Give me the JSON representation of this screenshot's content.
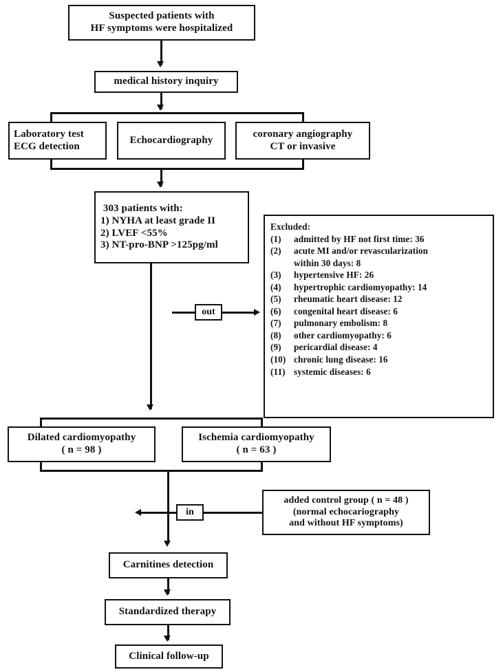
{
  "diagram": {
    "title": "Study enrollment flowchart",
    "nodes": {
      "suspected": {
        "lines": [
          "Suspected patients with",
          "HF symptoms were hospitalized"
        ]
      },
      "history": {
        "lines": [
          "medical history inquiry"
        ]
      },
      "lab": {
        "lines": [
          "Laboratory test",
          "ECG detection"
        ]
      },
      "echo": {
        "lines": [
          "Echocardiography"
        ]
      },
      "angio": {
        "lines": [
          "coronary angiography",
          "CT or invasive"
        ]
      },
      "patients303": {
        "lines": [
          " 303 patients with:",
          "1) NYHA at least grade II",
          "2) LVEF <55%",
          "3) NT-pro-BNP >125pg/ml"
        ]
      },
      "excluded": {
        "title": "Excluded:",
        "items": [
          {
            "num": "(1)",
            "text": "admitted by HF not first time: 36"
          },
          {
            "num": "(2)",
            "text": "acute MI and/or revascularization",
            "cont": "within 30 days:  8"
          },
          {
            "num": "(3)",
            "text": "hypertensive HF: 26"
          },
          {
            "num": "(4)",
            "text": "hypertrophic cardiomyopathy: 14"
          },
          {
            "num": "(5)",
            "text": "rheumatic heart disease: 12"
          },
          {
            "num": "(6)",
            "text": "congenital heart disease: 6"
          },
          {
            "num": "(7)",
            "text": "pulmonary embolism: 8"
          },
          {
            "num": "(8)",
            "text": "other cardiomyopathy: 6"
          },
          {
            "num": "(9)",
            "text": "pericardial disease: 4"
          },
          {
            "num": "(10)",
            "text": "chronic lung disease: 16"
          },
          {
            "num": "(11)",
            "text": "systemic diseases: 6"
          }
        ]
      },
      "dilated": {
        "lines": [
          "Dilated cardiomyopathy",
          "( n = 98 )"
        ]
      },
      "ischemia": {
        "lines": [
          "Ischemia cardiomyopathy",
          "( n = 63 )"
        ]
      },
      "control": {
        "lines": [
          "added control group ( n = 48 )",
          "(normal echocariography",
          "and without HF symptoms)"
        ]
      },
      "carnitines": {
        "lines": [
          "Carnitines detection"
        ]
      },
      "therapy": {
        "lines": [
          "Standardized therapy"
        ]
      },
      "followup": {
        "lines": [
          "Clinical follow-up"
        ]
      }
    },
    "connectors": {
      "out_label": "out",
      "in_label": "in"
    },
    "colors": {
      "stroke": "#111111",
      "background": "#ffffff"
    }
  }
}
